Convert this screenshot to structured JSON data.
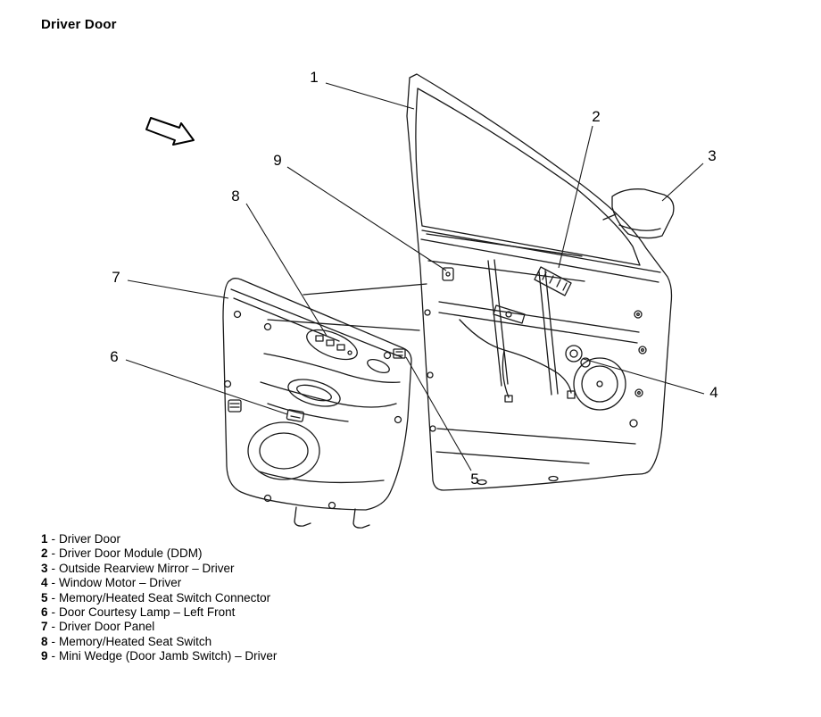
{
  "page": {
    "title": "Driver Door"
  },
  "diagram": {
    "description": "exploded-view-driver-door-assembly",
    "colors": {
      "ink": "#1a1a1a",
      "background": "#ffffff"
    },
    "callouts": [
      "1",
      "2",
      "3",
      "4",
      "5",
      "6",
      "7",
      "8",
      "9"
    ]
  },
  "legend": {
    "separator": "-",
    "items": [
      {
        "num": "1",
        "label": "Driver Door"
      },
      {
        "num": "2",
        "label": "Driver Door Module (DDM)"
      },
      {
        "num": "3",
        "label": "Outside Rearview Mirror – Driver"
      },
      {
        "num": "4",
        "label": "Window Motor – Driver"
      },
      {
        "num": "5",
        "label": "Memory/Heated Seat Switch Connector"
      },
      {
        "num": "6",
        "label": "Door Courtesy Lamp – Left Front"
      },
      {
        "num": "7",
        "label": "Driver Door Panel"
      },
      {
        "num": "8",
        "label": "Memory/Heated Seat Switch"
      },
      {
        "num": "9",
        "label": "Mini Wedge (Door Jamb Switch) – Driver"
      }
    ]
  }
}
